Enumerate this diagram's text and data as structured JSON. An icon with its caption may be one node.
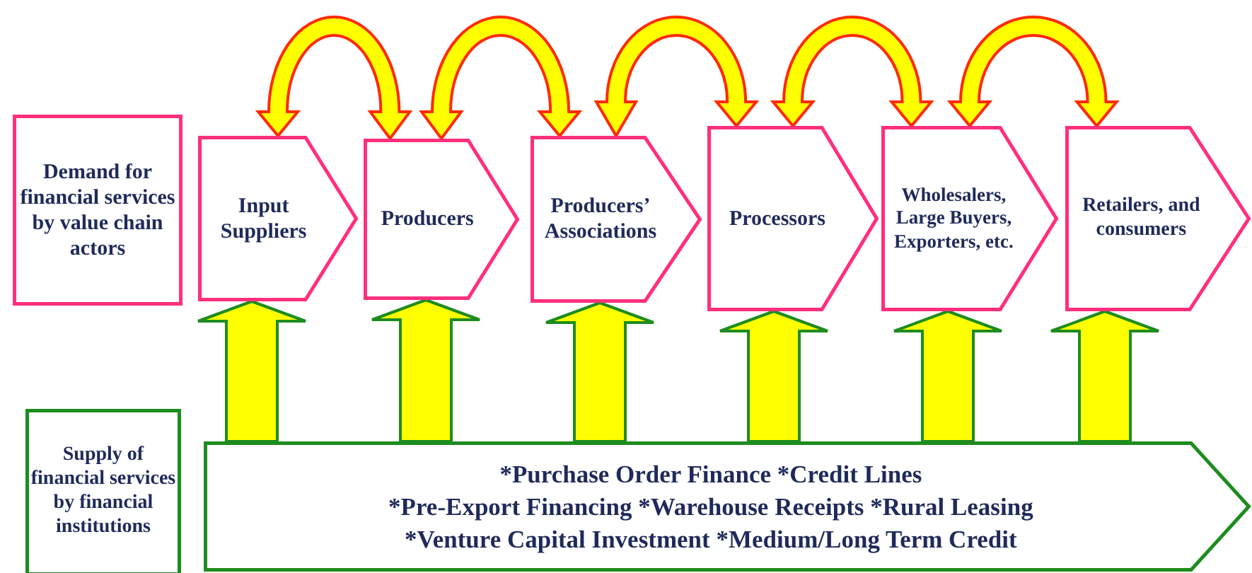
{
  "diagram": {
    "nodes": [
      {
        "text": [
          "Demand for financial services by value chain actors"
        ]
      },
      {
        "text": [
          "Input Suppliers"
        ]
      },
      {
        "text": [
          "Producers"
        ]
      },
      {
        "text": [
          "Producers’ Associations"
        ]
      },
      {
        "text": [
          "Processors"
        ]
      },
      {
        "text": [
          "Wholesalers, Large Buyers, Exporters, etc."
        ]
      },
      {
        "text": [
          "Retailers, and consumers"
        ]
      },
      {
        "text": [
          "Supply of financial services by financial institutions"
        ]
      },
      {
        "text": [
          "*Purchase Order Finance *Credit Lines",
          "*Pre-Export Financing *Warehouse Receipts *Rural Leasing",
          "*Venture Capital Investment *Medium/Long Term Credit"
        ]
      }
    ],
    "edges": [
      {
        "from": 1,
        "to": 2,
        "arrow": "both",
        "style": "thick"
      },
      {
        "from": 2,
        "to": 3,
        "arrow": "both",
        "style": "thick"
      },
      {
        "from": 3,
        "to": 4,
        "arrow": "both",
        "style": "thick"
      },
      {
        "from": 4,
        "to": 5,
        "arrow": "both",
        "style": "thick"
      },
      {
        "from": 5,
        "to": 6,
        "arrow": "both",
        "style": "thick"
      },
      {
        "from": 8,
        "to": 1,
        "arrow": "to",
        "style": "thick",
        "color": "#ffff00"
      },
      {
        "from": 8,
        "to": 2,
        "arrow": "to",
        "style": "thick",
        "color": "#ffff00"
      },
      {
        "from": 8,
        "to": 3,
        "arrow": "to",
        "style": "thick",
        "color": "#ffff00"
      },
      {
        "from": 8,
        "to": 4,
        "arrow": "to",
        "style": "thick",
        "color": "#ffff00"
      },
      {
        "from": 8,
        "to": 5,
        "arrow": "to",
        "style": "thick",
        "color": "#ffff00"
      },
      {
        "from": 8,
        "to": 6,
        "arrow": "to",
        "style": "thick",
        "color": "#ffff00"
      }
    ]
  }
}
